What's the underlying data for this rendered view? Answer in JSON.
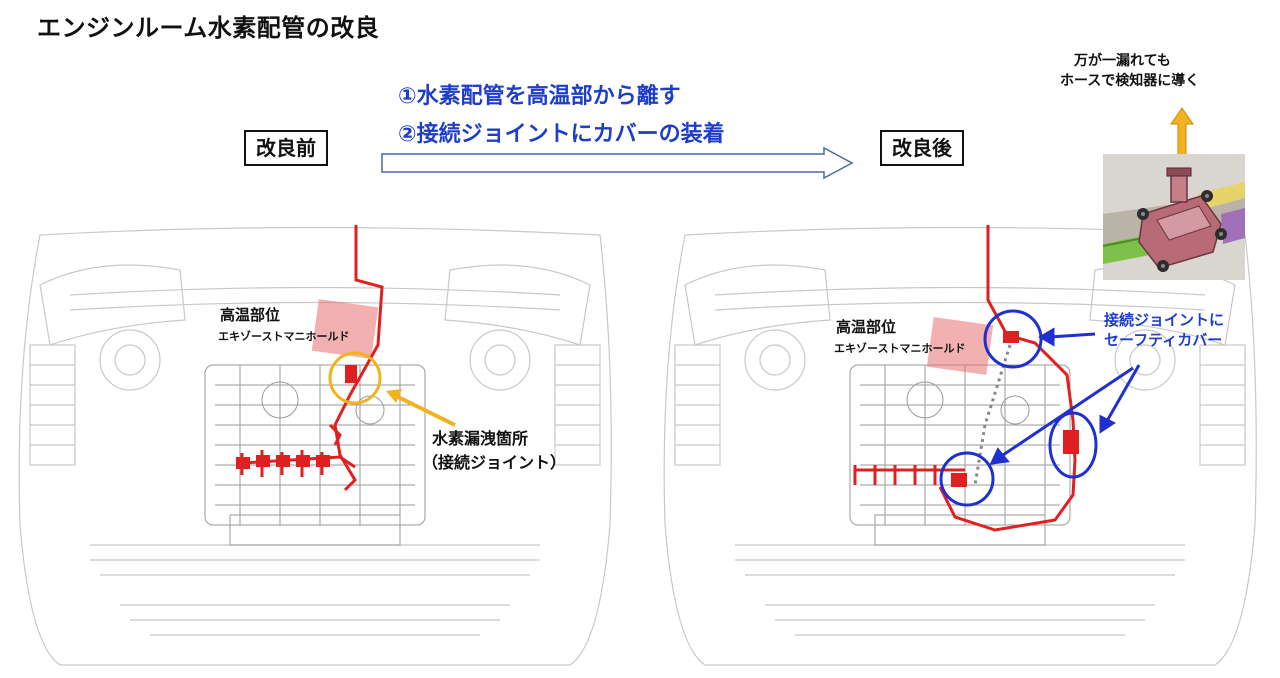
{
  "title": "エンジンルーム水素配管の改良",
  "steps": {
    "step1": "①水素配管を高温部から離す",
    "step2": "②接続ジョイントにカバーの装着"
  },
  "before": {
    "label": "改良前",
    "hot_part_title": "高温部位",
    "hot_part_sub": "エキゾーストマニホールド",
    "leak_title": "水素漏洩箇所",
    "leak_sub": "（接続ジョイント）"
  },
  "after": {
    "label": "改良後",
    "hot_part_title": "高温部位",
    "hot_part_sub": "エキゾーストマニホールド",
    "cover_line1": "接続ジョイントに",
    "cover_line2": "セーフティカバー"
  },
  "inset": {
    "note_line1": "万が一漏れても",
    "note_line2": "ホースで検知器に導く"
  },
  "colors": {
    "pipe_red": "#e02020",
    "hot_zone": "#e87070",
    "highlight_orange": "#f2b21c",
    "highlight_blue": "#1f2fd0",
    "text_blue": "#1f3ec8"
  }
}
